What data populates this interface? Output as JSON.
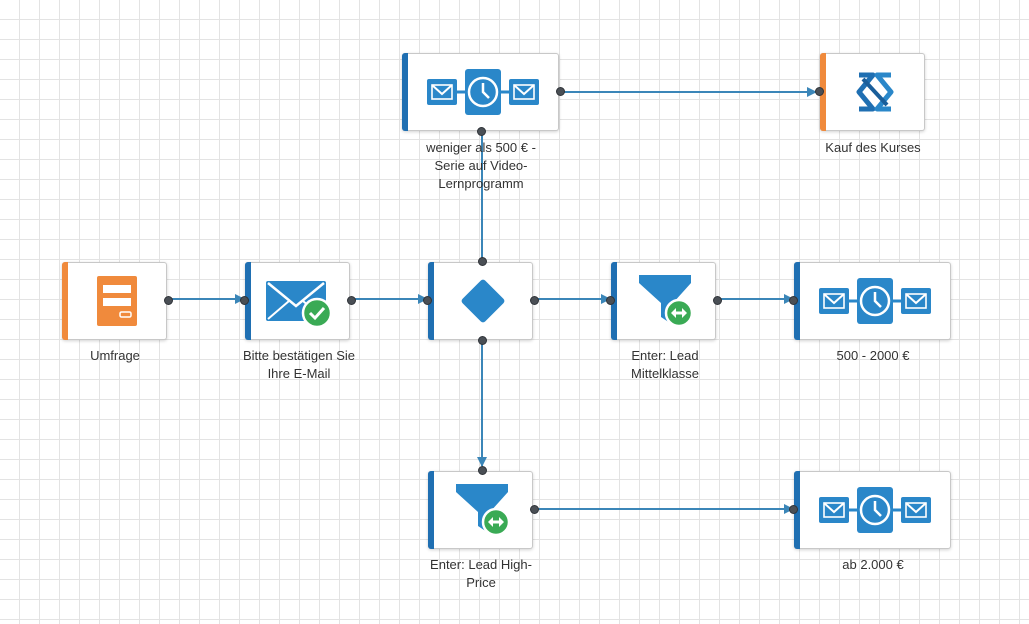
{
  "diagram": {
    "nodes": [
      {
        "id": "mail1",
        "label": "weniger als 500 € - Serie auf Video-Lernprogramm",
        "label_lines": [
          "weniger als 500 € -",
          "Serie auf Video-",
          "Lernprogramm"
        ],
        "icon": "email-timer-email-icon",
        "accent": "blue"
      },
      {
        "id": "kauf",
        "label_lines": [
          "Kauf des Kurses"
        ],
        "icon": "course-logo-icon",
        "accent": "orange"
      },
      {
        "id": "umfrage",
        "label_lines": [
          "Umfrage"
        ],
        "icon": "form-icon",
        "accent": "orange"
      },
      {
        "id": "bitte",
        "label_lines": [
          "Bitte bestätigen Sie",
          "Ihre E-Mail"
        ],
        "icon": "email-confirmed-icon",
        "accent": "blue"
      },
      {
        "id": "decision",
        "label_lines": [],
        "icon": "decision-diamond-icon",
        "accent": "blue"
      },
      {
        "id": "mittel",
        "label_lines": [
          "Enter: Lead",
          "Mittelklasse"
        ],
        "icon": "funnel-icon",
        "accent": "blue"
      },
      {
        "id": "mail2",
        "label_lines": [
          "500 - 2000 €"
        ],
        "icon": "email-timer-email-icon",
        "accent": "blue"
      },
      {
        "id": "high",
        "label_lines": [
          "Enter: Lead High-",
          "Price"
        ],
        "icon": "funnel-icon",
        "accent": "blue"
      },
      {
        "id": "mail3",
        "label_lines": [
          "ab 2.000 €"
        ],
        "icon": "email-timer-email-icon",
        "accent": "blue"
      }
    ],
    "edges": [
      {
        "from": "umfrage",
        "to": "bitte"
      },
      {
        "from": "bitte",
        "to": "decision"
      },
      {
        "from": "decision",
        "to": "mittel"
      },
      {
        "from": "mittel",
        "to": "mail2"
      },
      {
        "from": "decision",
        "to": "high"
      },
      {
        "from": "decision",
        "to": "mail1"
      },
      {
        "from": "mail1",
        "to": "kauf"
      },
      {
        "from": "high",
        "to": "mail3"
      }
    ]
  },
  "colors": {
    "accent_blue": "#1f6fb2",
    "accent_orange": "#f08a3c",
    "icon_blue": "#2a87c9",
    "check_green": "#3aaa55",
    "edge": "#3b86b8"
  }
}
